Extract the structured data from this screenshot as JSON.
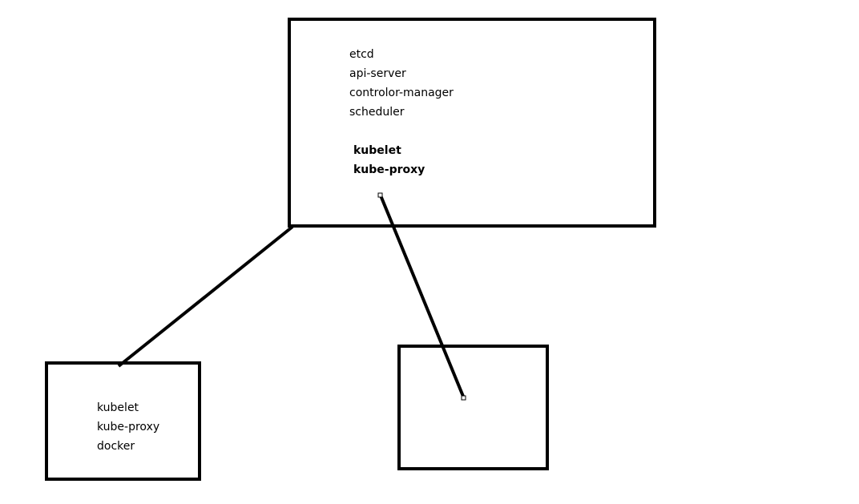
{
  "master": {
    "components": [
      "etcd",
      "api-server",
      "controlor-manager",
      "scheduler"
    ],
    "node_components": [
      "kubelet",
      "kube-proxy"
    ]
  },
  "worker_left": {
    "components": [
      "kubelet",
      "kube-proxy",
      "docker"
    ]
  },
  "colors": {
    "stroke": "#000000",
    "background": "#ffffff"
  }
}
